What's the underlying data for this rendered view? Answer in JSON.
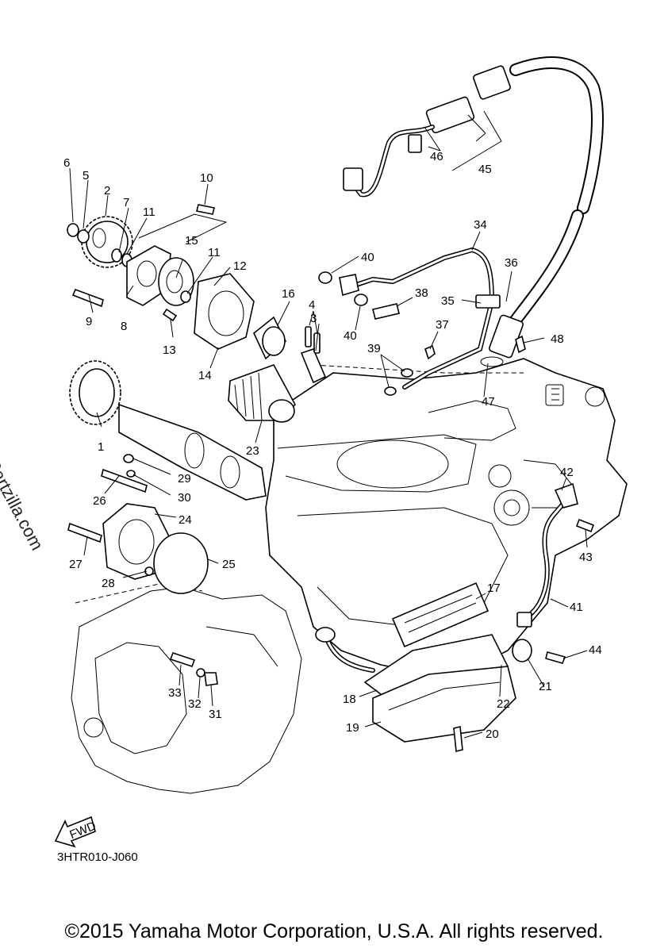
{
  "watermark": "© Partzilla.com",
  "diagram_code": "3HTR010-J060",
  "fwd_label": "FWD",
  "copyright": "©2015 Yamaha Motor Corporation, U.S.A. All rights reserved.",
  "callouts": [
    "1",
    "2",
    "3",
    "4",
    "5",
    "6",
    "7",
    "8",
    "9",
    "10",
    "11",
    "11",
    "12",
    "13",
    "14",
    "15",
    "16",
    "17",
    "18",
    "19",
    "20",
    "21",
    "22",
    "23",
    "24",
    "25",
    "26",
    "27",
    "28",
    "29",
    "30",
    "31",
    "32",
    "33",
    "34",
    "35",
    "36",
    "37",
    "38",
    "39",
    "40",
    "40",
    "41",
    "42",
    "43",
    "44",
    "45",
    "46",
    "47",
    "48"
  ]
}
